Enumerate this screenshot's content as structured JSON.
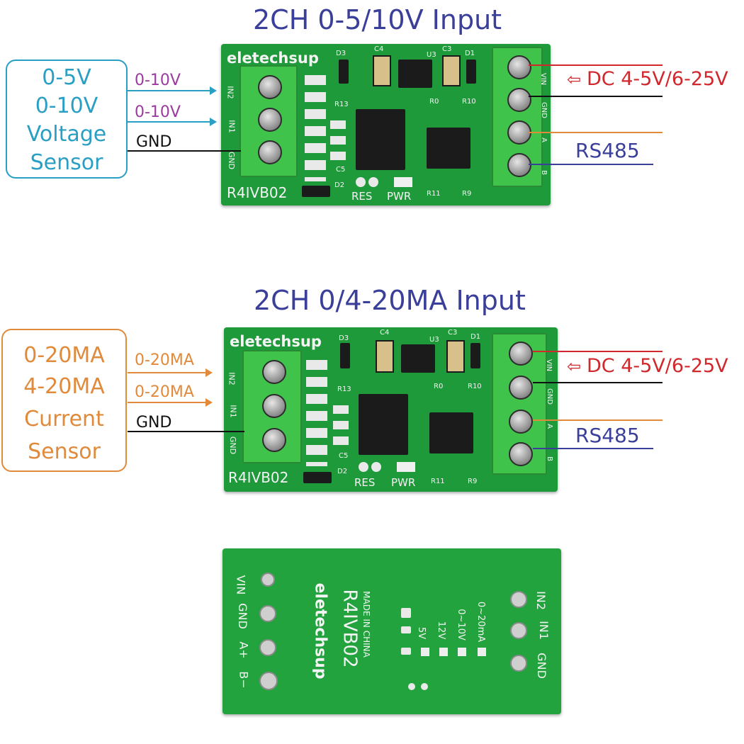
{
  "colors": {
    "title": "#3a3f9a",
    "voltage": "#2a9fc4",
    "voltage_label": "#9b3aa0",
    "current": "#e08a3c",
    "current_label": "#e08a3c",
    "power": "#d0282c",
    "rs485": "#3a3f9a",
    "gnd": "#111111",
    "pcb_green": "#1f9a3a"
  },
  "top": {
    "title": "2CH 0-5/10V Input",
    "sensor": [
      "0-5V",
      "0-10V",
      "Voltage",
      "Sensor"
    ],
    "in2_label": "0-10V",
    "in1_label": "0-10V",
    "gnd_label": "GND",
    "power_label": "DC 4-5V/6-25V",
    "rs485_label": "RS485"
  },
  "middle": {
    "title": "2CH 0/4-20MA Input",
    "sensor": [
      "0-20MA",
      "4-20MA",
      "Current",
      "Sensor"
    ],
    "in2_label": "0-20MA",
    "in1_label": "0-20MA",
    "gnd_label": "GND",
    "power_label": "DC 4-5V/6-25V",
    "rs485_label": "RS485"
  },
  "board": {
    "brand": "eletechsup",
    "model": "R4IVB02",
    "left_pins": [
      "IN2",
      "IN1",
      "GND"
    ],
    "right_pins": [
      "VIN",
      "GND",
      "A",
      "B"
    ],
    "refs": [
      "D3",
      "C4",
      "U3",
      "C3",
      "D1",
      "R13",
      "R0",
      "R10",
      "C5",
      "D2",
      "R11",
      "R9",
      "RES",
      "PWR"
    ]
  },
  "back": {
    "brand": "eletechsup",
    "model": "R4IVB02",
    "made_in": "MADE IN CHINA",
    "left_pins": [
      "VIN",
      "GND",
      "A+",
      "B−"
    ],
    "right_pins": [
      "IN2",
      "IN1",
      "GND"
    ],
    "jumpers": [
      "5V",
      "12V",
      "0~10V",
      "0~20mA"
    ]
  }
}
